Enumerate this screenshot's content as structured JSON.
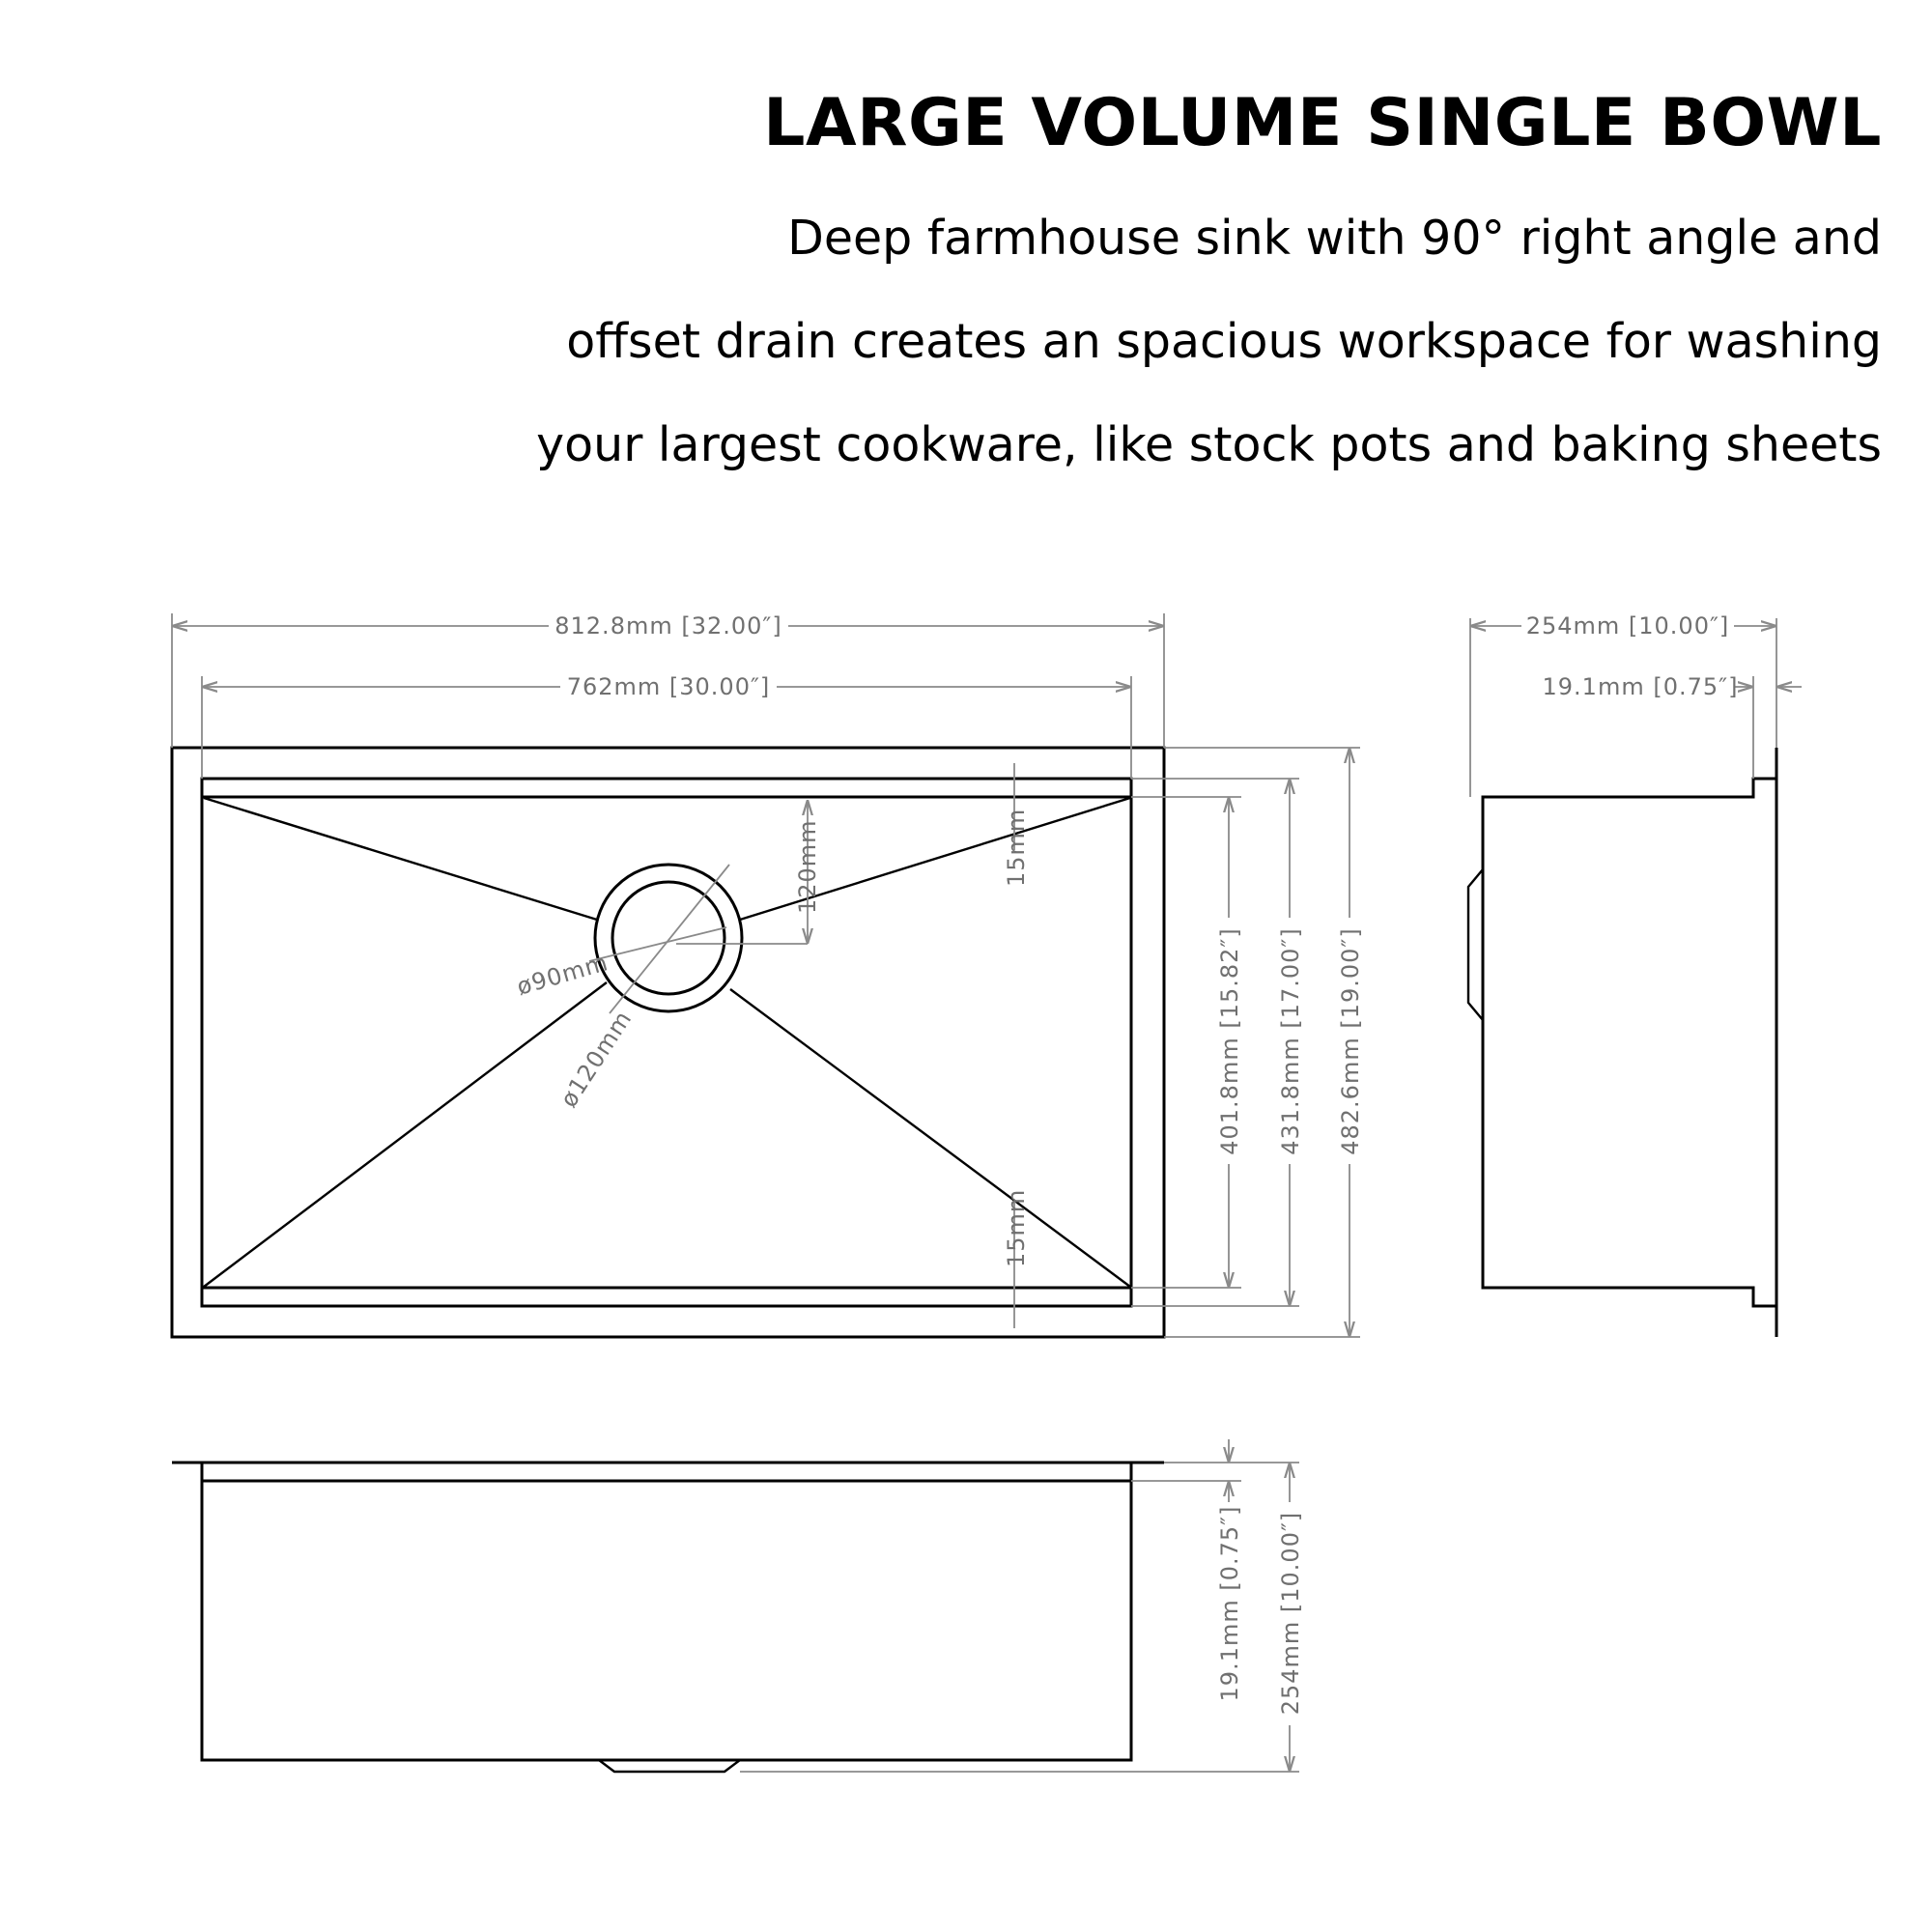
{
  "header": {
    "title": "LARGE VOLUME SINGLE BOWL",
    "description_lines": [
      "Deep farmhouse sink with 90° right angle and",
      "offset drain creates an spacious workspace for washing",
      "your largest cookware, like stock pots and baking sheets"
    ]
  },
  "top_view": {
    "overall_width": "812.8mm [32.00″]",
    "inner_width": "762mm [30.00″]",
    "ledge_top": "15mm",
    "ledge_bottom": "15mm",
    "drain_offset": "120mm",
    "drain_inner_diameter": "ø90mm",
    "drain_outer_diameter": "ø120mm",
    "bowl_depth": "401.8mm [15.82″]",
    "inner_length": "431.8mm [17.00″]",
    "overall_length": "482.6mm [19.00″]"
  },
  "side_view": {
    "depth": "254mm [10.00″]",
    "flange": "19.1mm [0.75″]"
  },
  "front_view": {
    "flange": "19.1mm [0.75″]",
    "depth": "254mm [10.00″]"
  }
}
